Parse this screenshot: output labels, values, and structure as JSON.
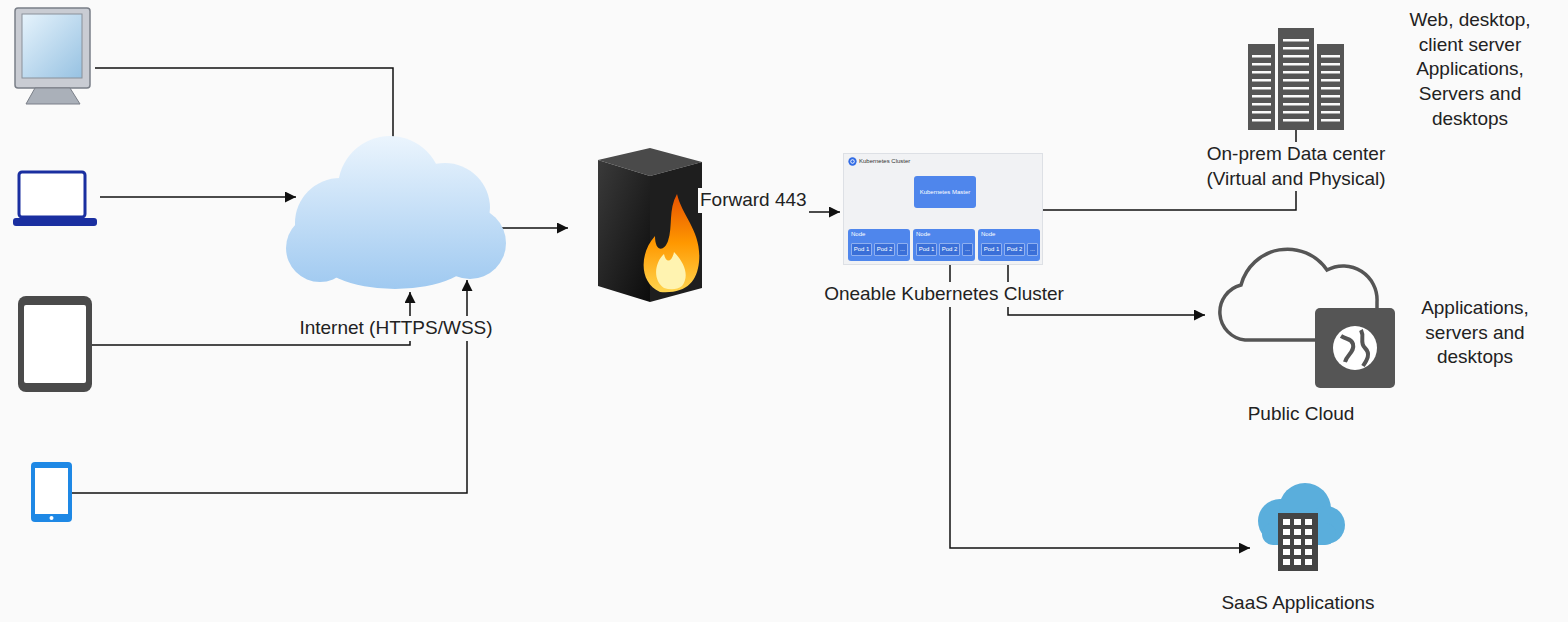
{
  "diagram": {
    "nodes": [
      {
        "text": [
          "Internet (HTTPS/WSS)"
        ]
      },
      {
        "text": [
          "Kubernetes Cluster",
          "Oneable Kubernetes Cluster"
        ]
      },
      {
        "text": [
          "Kubernetes Master"
        ],
        "in": 1
      },
      {
        "text": [
          "Node"
        ],
        "in": 1
      },
      {
        "text": [
          "Pod 1"
        ],
        "in": 3
      },
      {
        "text": [
          "Pod 2"
        ],
        "in": 3
      },
      {
        "text": [
          "..."
        ],
        "in": 3
      },
      {
        "text": [
          "Node"
        ],
        "in": 1
      },
      {
        "text": [
          "Pod 1"
        ],
        "in": 7
      },
      {
        "text": [
          "Pod 2"
        ],
        "in": 7
      },
      {
        "text": [
          "..."
        ],
        "in": 7
      },
      {
        "text": [
          "Node"
        ],
        "in": 1
      },
      {
        "text": [
          "Pod 1"
        ],
        "in": 11
      },
      {
        "text": [
          "Pod 2"
        ],
        "in": 11
      },
      {
        "text": [
          "..."
        ],
        "in": 11
      },
      {
        "text": [
          "On-prem Data center (Virtual and Physical)",
          "Web, desktop, client server Applications, Servers and desktops"
        ]
      },
      {
        "text": [
          "Public Cloud",
          "Applications, servers and desktops"
        ]
      },
      {
        "text": [
          "SaaS Applications"
        ]
      }
    ],
    "edges": [
      {
        "from": 2,
        "to": 3,
        "arrow": "none"
      },
      {
        "from": 2,
        "to": 7,
        "arrow": "none"
      },
      {
        "from": 2,
        "to": 11,
        "arrow": "none"
      },
      {
        "from": 1,
        "to": 15,
        "arrow": "none"
      },
      {
        "from": 1,
        "to": 16,
        "arrow": "to"
      },
      {
        "from": 1,
        "to": 17,
        "arrow": "to"
      }
    ],
    "labels": [
      "Forward 443"
    ]
  }
}
